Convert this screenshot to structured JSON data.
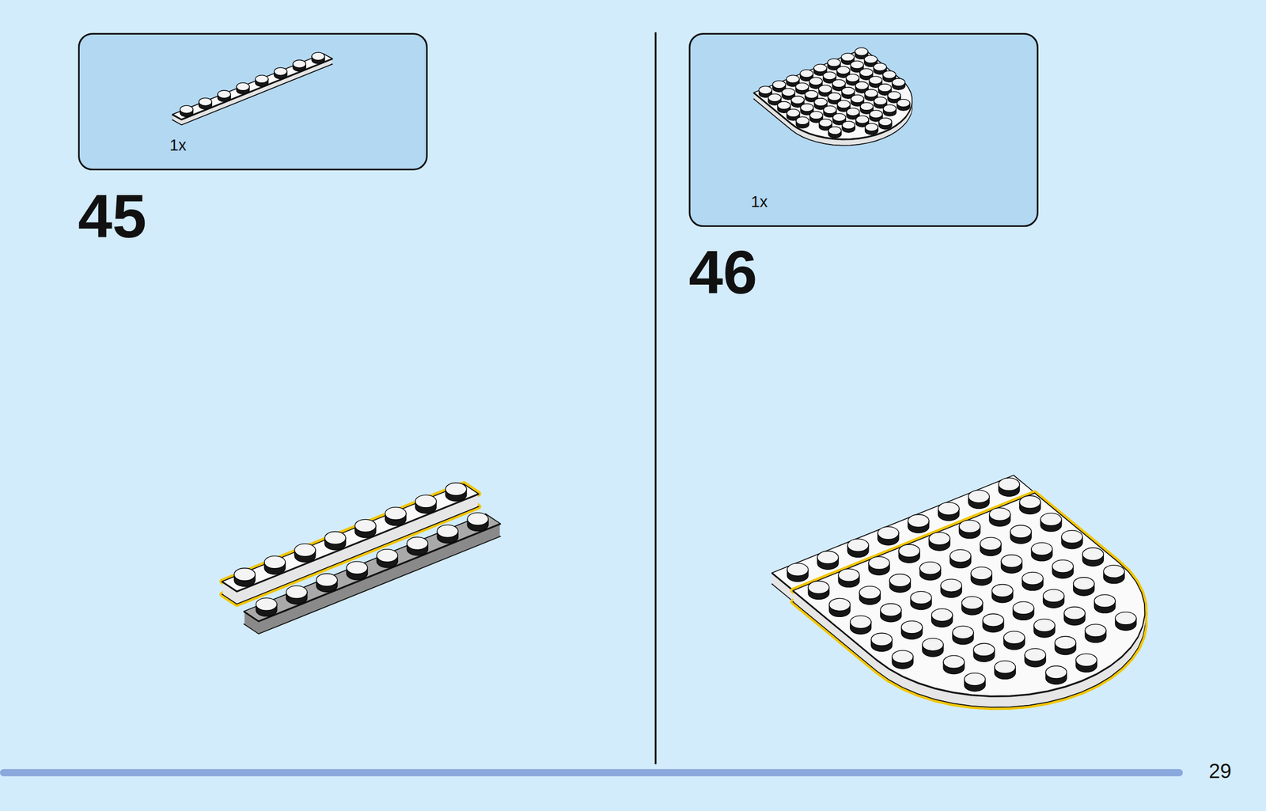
{
  "diagram": {
    "nodes": [
      {
        "text": [
          "1x"
        ]
      },
      {
        "text": [
          "1x"
        ]
      }
    ],
    "labels": [
      "45",
      "46",
      "29"
    ]
  }
}
